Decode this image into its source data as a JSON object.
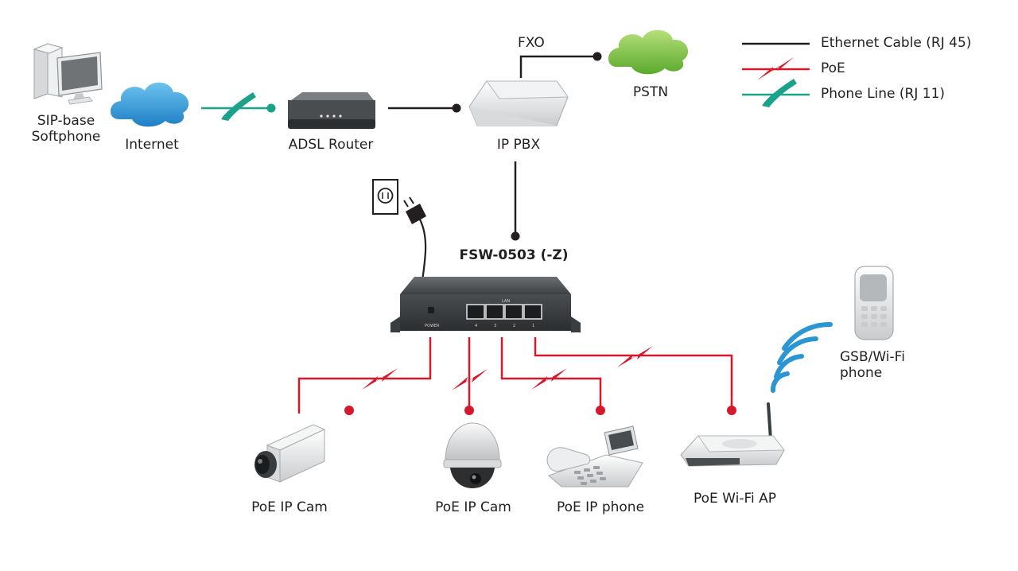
{
  "legend": {
    "ethernet": "Ethernet Cable (RJ 45)",
    "poe": "PoE",
    "phone_line": "Phone Line (RJ 11)"
  },
  "nodes": {
    "softphone": "SIP-base\nSoftphone",
    "internet": "Internet",
    "adsl_router": "ADSL Router",
    "ip_pbx": "IP PBX",
    "fxo": "FXO",
    "pstn": "PSTN",
    "switch": "FSW-0503 (-Z)",
    "gsm_phone": "GSB/Wi-Fi\nphone",
    "cam1": "PoE IP Cam",
    "cam2": "PoE IP Cam",
    "ip_phone": "PoE IP phone",
    "wifi_ap": "PoE Wi-Fi AP"
  },
  "switch_panel": {
    "power_text": "POWER",
    "lan_text": "LAN",
    "port_numbers": [
      "4",
      "3",
      "2",
      "1"
    ]
  },
  "colors": {
    "ethernet": "#231f20",
    "poe": "#d7182a",
    "phone_line": "#1aa38a",
    "cloud_blue": "#2a8fd0",
    "cloud_green": "#78c043",
    "wifi_waves": "#2a96d4"
  }
}
